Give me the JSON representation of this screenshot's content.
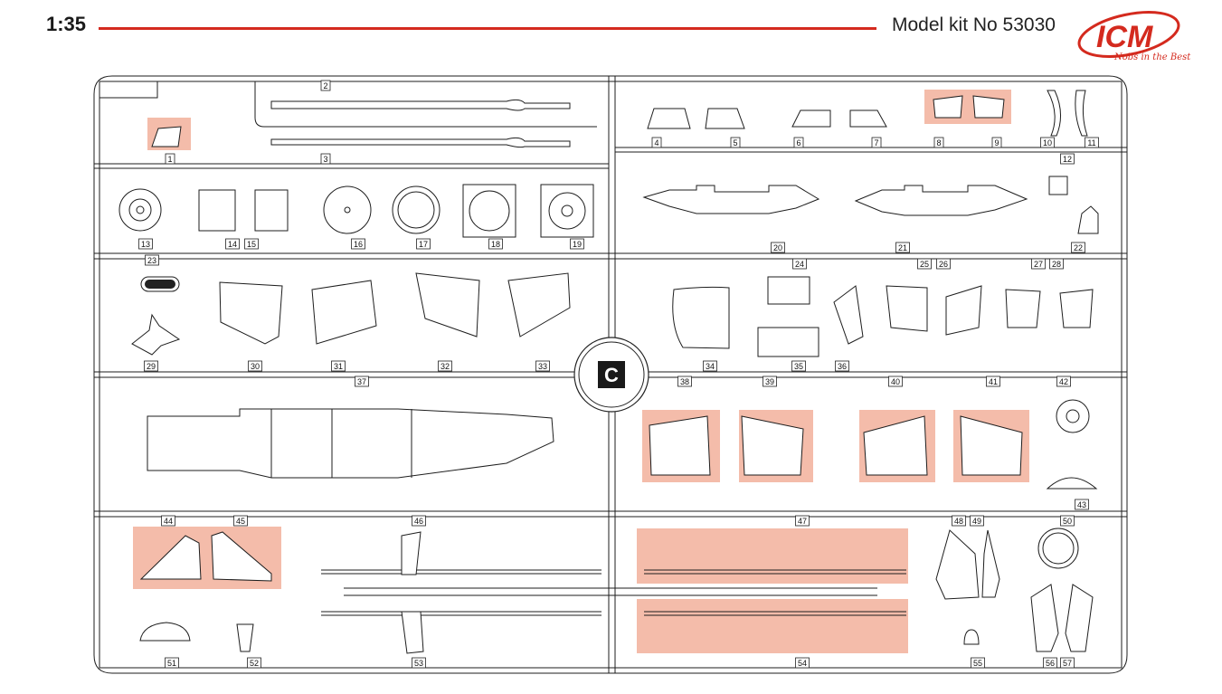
{
  "header": {
    "scale": "1:35",
    "kit_title": "Model kit No 53030"
  },
  "brand": {
    "logo_text": "ICM",
    "slogan": "Nobs in the Best",
    "color": "#d42a1e"
  },
  "sprue": {
    "letter": "C",
    "highlight_color": "#f3b5a1",
    "part_numbers": [
      "1",
      "2",
      "3",
      "4",
      "5",
      "6",
      "7",
      "8",
      "9",
      "10",
      "11",
      "12",
      "13",
      "14",
      "15",
      "16",
      "17",
      "18",
      "19",
      "20",
      "21",
      "22",
      "23",
      "24",
      "25",
      "26",
      "27",
      "28",
      "29",
      "30",
      "31",
      "32",
      "33",
      "34",
      "35",
      "36",
      "37",
      "38",
      "39",
      "40",
      "41",
      "42",
      "43",
      "44",
      "45",
      "46",
      "47",
      "48",
      "49",
      "50",
      "51",
      "52",
      "53",
      "54",
      "55",
      "56",
      "57"
    ],
    "highlighted_parts": [
      "1",
      "8",
      "9",
      "38",
      "39",
      "40",
      "41",
      "44",
      "45",
      "47",
      "54"
    ]
  }
}
